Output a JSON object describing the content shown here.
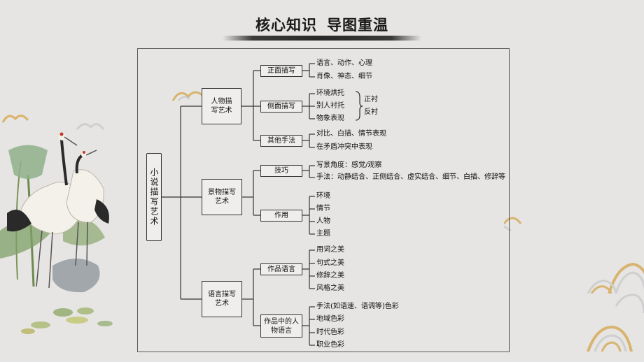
{
  "title": {
    "part1": "核心知识",
    "part2": "导图重温"
  },
  "root": "小说描写艺术",
  "branches": {
    "character": {
      "label": "人物描写艺术",
      "sub": {
        "direct": {
          "label": "正面描写",
          "leaves": [
            "语言、动作、心理",
            "肖像、神态、细节"
          ]
        },
        "side": {
          "label": "侧面描写",
          "leaves": [
            "环境烘托",
            "别人衬托",
            "物象表现"
          ],
          "contrast": [
            "正衬",
            "反衬"
          ]
        },
        "other": {
          "label": "其他手法",
          "leaves": [
            "对比、白描、情节表现",
            "在矛盾冲突中表现"
          ]
        }
      }
    },
    "scenery": {
      "label": "景物描写艺术",
      "sub": {
        "skill": {
          "label": "技巧",
          "leaves": [
            "写景角度：感觉/观察",
            "手法：动静结合、正侧结合、虚实结合、细节、白描、修辞等"
          ]
        },
        "function": {
          "label": "作用",
          "leaves": [
            "环境",
            "情节",
            "人物",
            "主题"
          ]
        }
      }
    },
    "language": {
      "label": "语言描写艺术",
      "sub": {
        "work": {
          "label": "作品语言",
          "leaves": [
            "用词之美",
            "句式之美",
            "修辞之美",
            "风格之美"
          ]
        },
        "character_lang": {
          "label": "作品中的人物语言",
          "leaves": [
            "手法(如语速、语调等)色彩",
            "地域色彩",
            "时代色彩",
            "职业色彩"
          ]
        }
      }
    }
  },
  "colors": {
    "background": "#e6e5e3",
    "line": "#333333",
    "frame": "#5a5a5a"
  }
}
